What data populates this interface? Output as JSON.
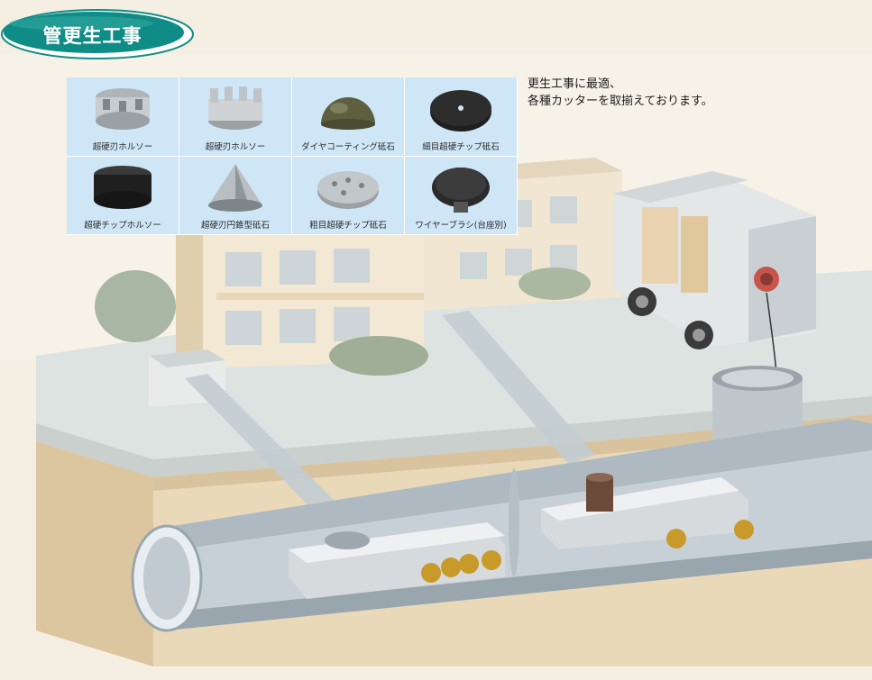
{
  "title": "管更生工事",
  "caption": {
    "line1": "更生工事に最適、",
    "line2": "各種カッターを取揃えております。"
  },
  "tools": [
    {
      "label": "超硬刃ホルソー",
      "icon": "hole-saw-icon"
    },
    {
      "label": "超硬刃ホルソー",
      "icon": "crown-cutter-icon"
    },
    {
      "label": "ダイヤコーティング砥石",
      "icon": "diamond-dome-icon"
    },
    {
      "label": "細目超硬チップ砥石",
      "icon": "fine-grit-wheel-icon"
    },
    {
      "label": "超硬チップホルソー",
      "icon": "tipped-hole-saw-icon"
    },
    {
      "label": "超硬刃円錐型砥石",
      "icon": "cone-cutter-icon"
    },
    {
      "label": "粗目超硬チップ砥石",
      "icon": "coarse-grit-wheel-icon"
    },
    {
      "label": "ワイヤーブラシ(台座別)",
      "icon": "wire-brush-icon"
    }
  ],
  "colors": {
    "badge": "#0f8c86",
    "panel": "#cfe6f6",
    "ground": "#e9dcc0",
    "pipe": "#b9c4cc"
  }
}
